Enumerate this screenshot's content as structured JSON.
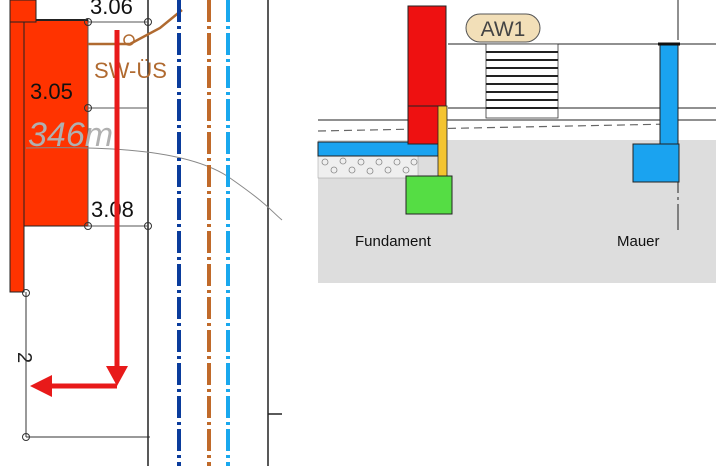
{
  "left_plan": {
    "point_labels": [
      "3.06",
      "3.05",
      "3.08"
    ],
    "pipe_label": "SW-ÜS",
    "elevation_label": "346m",
    "side_label": "2"
  },
  "right_section": {
    "tag_label": "AW1",
    "foundation_label": "Fundament",
    "wall_label": "Mauer"
  },
  "colors": {
    "building_fill": "#ff3300",
    "arrow_red": "#e81a1a",
    "pipe_dark_blue": "#0a3c9c",
    "pipe_brown": "#c06a2a",
    "pipe_light_blue": "#19a8ee",
    "section_red": "#ee1111",
    "section_blue": "#1aa3f0",
    "insulation_yellow": "#f4c430",
    "foundation_green": "#55dd44",
    "ground_gray": "#dddddd"
  }
}
